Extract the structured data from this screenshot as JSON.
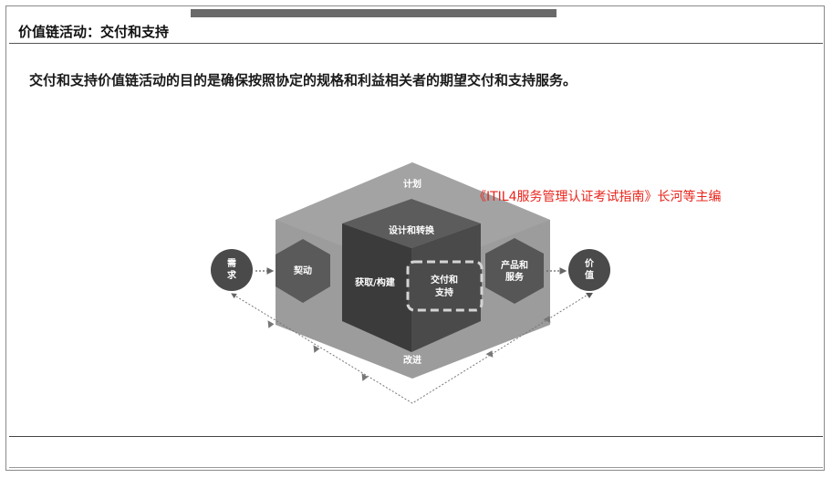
{
  "header": {
    "title": "价值链活动：交付和支持"
  },
  "description": "交付和支持价值链活动的目的是确保按照协定的规格和利益相关者的期望交付和支持服务。",
  "source_note": "《ITIL4服务管理认证考试指南》长河等主编",
  "diagram": {
    "plan": "计划",
    "improve": "改进",
    "engage": "契动",
    "design_transition": "设计和转换",
    "obtain_build": "获取/构建",
    "deliver_support_line1": "交付和",
    "deliver_support_line2": "支持",
    "demand_line1": "需",
    "demand_line2": "求",
    "value_line1": "价",
    "value_line2": "值",
    "products_line1": "产品和",
    "products_line2": "服务"
  }
}
